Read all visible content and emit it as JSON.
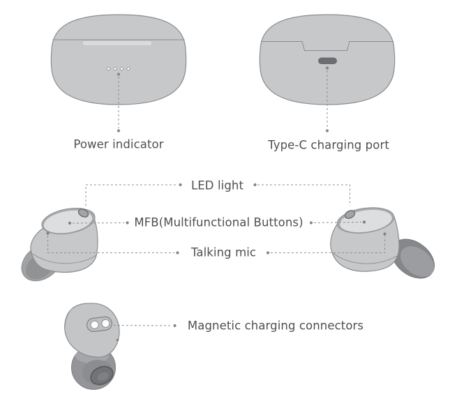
{
  "title": "Earbuds product diagram",
  "labels": {
    "power_indicator": "Power indicator",
    "typec_port": "Type-C charging port",
    "led_light": "LED light",
    "mfb": "MFB(Multifunctional Buttons)",
    "talking_mic": "Talking mic",
    "magnetic": "Magnetic charging connectors"
  },
  "palette": {
    "case_fill": "#c6c8ca",
    "outline": "#8a8c8e",
    "lid_highlight": "#d9dbdd",
    "face_fill": "#dcdee0",
    "rim_fill": "#a9abad",
    "tip_fill": "#a0a2a4",
    "tip_shade": "#909294",
    "port_fill": "#6b6d70",
    "hole_fill": "#717376",
    "dash_color": "#8b8d8f",
    "text_color": "#4d4f51",
    "led_dot_fill": "#ffffff"
  }
}
